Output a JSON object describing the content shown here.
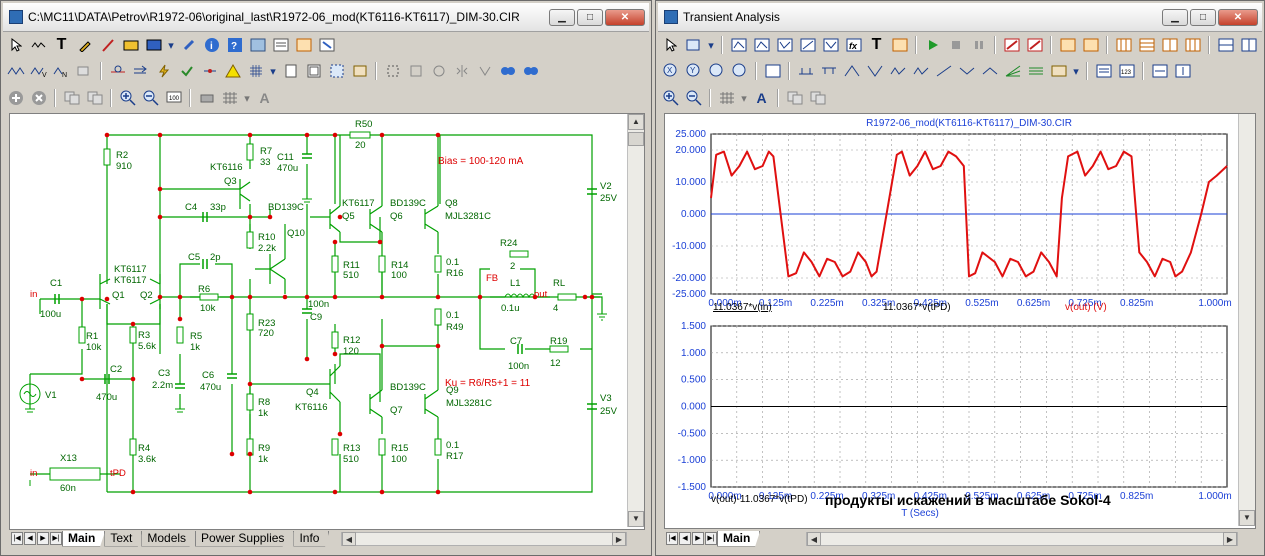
{
  "left_window": {
    "title": "C:\\MC11\\DATA\\Petrov\\R1972-06\\original_last\\R1972-06_mod(KT6116-KT6117)_DIM-30.CIR",
    "tabs": [
      {
        "label": "Main",
        "active": true
      },
      {
        "label": "Text",
        "active": false
      },
      {
        "label": "Models",
        "active": false
      },
      {
        "label": "Power Supplies",
        "active": false
      },
      {
        "label": "Info",
        "active": false
      }
    ],
    "toolbar_row1_icons": [
      "select-arrow",
      "wire",
      "text-tool",
      "pencil",
      "flag",
      "component-bin",
      "probe",
      "dropdown",
      "link",
      "info",
      "help",
      "save-image",
      "schematic-props",
      "grid-props",
      "properties"
    ],
    "toolbar_row2_icons": [
      "node-numbers",
      "node-voltages",
      "pin-names",
      "dropdown",
      "attribute-text",
      "pin-markers",
      "grid-text",
      "warning",
      "grid",
      "dropdown",
      "page",
      "page-box",
      "crosshair",
      "find",
      "..."
    ],
    "toolbar_row3_icons": [
      "add",
      "remove",
      "copy",
      "paste",
      "zoom-in",
      "zoom-out",
      "fit",
      "print",
      "grid",
      "text-a"
    ]
  },
  "schematic": {
    "wire_color": "#00aa00",
    "label_color": "#006600",
    "node_color": "#dd0000",
    "note_color": "#dd0000",
    "components": [
      {
        "ref": "R2",
        "value": "910"
      },
      {
        "ref": "R7",
        "value": "33"
      },
      {
        "ref": "C11",
        "value": "470u"
      },
      {
        "ref": "R50",
        "value": "20"
      },
      {
        "ref": "Q3",
        "value": "KT6116"
      },
      {
        "ref": "C4",
        "value": "33p"
      },
      {
        "ref": "Q5",
        "value": "KT6117"
      },
      {
        "ref": "Q6",
        "value": "BD139C"
      },
      {
        "ref": "Q8",
        "value": "MJL3281C"
      },
      {
        "ref": "V2",
        "value": "25V"
      },
      {
        "ref": "Q10",
        "value": "BD139C"
      },
      {
        "ref": "R10",
        "value": "2.2k"
      },
      {
        "ref": "R24",
        "value": "2"
      },
      {
        "ref": "C5",
        "value": "2p"
      },
      {
        "ref": "R11",
        "value": "510"
      },
      {
        "ref": "R14",
        "value": "100"
      },
      {
        "ref": "R16",
        "value": "0.1"
      },
      {
        "ref": "L1",
        "value": "0.1u"
      },
      {
        "ref": "RL",
        "value": "4"
      },
      {
        "ref": "C1",
        "value": "100u"
      },
      {
        "ref": "Q1",
        "value": "KT6117"
      },
      {
        "ref": "Q2",
        "value": "KT6117"
      },
      {
        "ref": "R6",
        "value": "10k"
      },
      {
        "ref": "C9",
        "value": "100n"
      },
      {
        "ref": "R23",
        "value": "720"
      },
      {
        "ref": "R49",
        "value": "0.1"
      },
      {
        "ref": "R1",
        "value": "10k"
      },
      {
        "ref": "R3",
        "value": "5.6k"
      },
      {
        "ref": "R5",
        "value": "1k"
      },
      {
        "ref": "R12",
        "value": "120"
      },
      {
        "ref": "C7",
        "value": "100n"
      },
      {
        "ref": "R19",
        "value": "12"
      },
      {
        "ref": "C2",
        "value": "470u"
      },
      {
        "ref": "C3",
        "value": "2.2m"
      },
      {
        "ref": "C6",
        "value": "470u"
      },
      {
        "ref": "R8",
        "value": "1k"
      },
      {
        "ref": "Q4",
        "value": "KT6116"
      },
      {
        "ref": "Q7",
        "value": "BD139C"
      },
      {
        "ref": "Q9",
        "value": "MJL3281C"
      },
      {
        "ref": "V3",
        "value": "25V"
      },
      {
        "ref": "V1",
        "value": ""
      },
      {
        "ref": "R4",
        "value": "3.6k"
      },
      {
        "ref": "R9",
        "value": "1k"
      },
      {
        "ref": "R13",
        "value": "510"
      },
      {
        "ref": "R15",
        "value": "100"
      },
      {
        "ref": "R17",
        "value": "0.1"
      },
      {
        "ref": "X13",
        "value": "60n"
      }
    ],
    "net_labels": {
      "in1": "in",
      "in2": "in",
      "fb": "FB",
      "out": "out",
      "tpd": "tPD"
    },
    "notes": {
      "bias": "Bias = 100-120 mA",
      "gain": "Ku = R6/R5+1 = 11"
    }
  },
  "right_window": {
    "title": "Transient Analysis",
    "tabs": [
      {
        "label": "Main",
        "active": true
      }
    ],
    "plot_title": "R1972-06_mod(KT6116-KT6117)_DIM-30.CIR",
    "caption": "продукты искажений в масштабе Sokol-4",
    "x_axis_label": "T (Secs)"
  },
  "chart_data": [
    {
      "type": "line",
      "title": "R1972-06_mod(KT6116-KT6117)_DIM-30.CIR",
      "x_ticks": [
        "0.000m",
        "0.125m",
        "0.225m",
        "0.325m",
        "0.425m",
        "0.525m",
        "0.625m",
        "0.725m",
        "0.825m",
        "1.000m"
      ],
      "x_tick_values": [
        0.0,
        0.125,
        0.225,
        0.325,
        0.425,
        0.525,
        0.625,
        0.725,
        0.825,
        1.0
      ],
      "xlim": [
        0,
        1.0
      ],
      "y_ticks": [
        "25.000",
        "20.000",
        "10.000",
        "0.000",
        "-10.000",
        "-20.000",
        "-25.000"
      ],
      "y_tick_values": [
        25,
        20,
        10,
        0,
        -10,
        -20,
        -25
      ],
      "ylim": [
        -25,
        25
      ],
      "grid": true,
      "series": [
        {
          "name": "11.0367*v(in)",
          "color": "#1a3fd6",
          "x": [
            0,
            0.01,
            0.025,
            0.04,
            0.055,
            0.07,
            0.085,
            0.1,
            0.112,
            0.121,
            0.15,
            0.165,
            0.18,
            0.195,
            0.21,
            0.225,
            0.24,
            0.255,
            0.27,
            0.285,
            0.3,
            0.311,
            0.321,
            0.36,
            0.37,
            0.385,
            0.4,
            0.415,
            0.43,
            0.445,
            0.46,
            0.475,
            0.49,
            0.5,
            0.512,
            0.526,
            0.55,
            0.565,
            0.58,
            0.595,
            0.61,
            0.625,
            0.64,
            0.655,
            0.67,
            0.68,
            0.692,
            0.71,
            0.725,
            0.74,
            0.755,
            0.77,
            0.785,
            0.8,
            0.815,
            0.83,
            0.845,
            0.86,
            0.875,
            0.89,
            0.9,
            0.913,
            0.93,
            0.95,
            0.965,
            0.98,
            1.0
          ],
          "y": [
            5,
            18.5,
            19.5,
            12,
            15,
            19.5,
            14,
            15,
            19.5,
            18,
            -19.5,
            -18.5,
            -12,
            -15,
            -19.5,
            -14,
            -15,
            -19.5,
            -18,
            -12,
            -15,
            -19.5,
            -18,
            18.5,
            19.5,
            12,
            15,
            19.5,
            14,
            15,
            19.5,
            18,
            15,
            -19.5,
            -18.5,
            -12,
            -15,
            -19.5,
            -14,
            -15,
            -19.5,
            -18,
            -12,
            -15,
            -19.5,
            5,
            18,
            19.5,
            12,
            15,
            19.5,
            14,
            15,
            19.5,
            18,
            -12,
            -15,
            -19.5,
            -14,
            -15,
            -19.5,
            -18,
            -12,
            0,
            10,
            12,
            15
          ]
        },
        {
          "name": "11.0367*v(tPD)",
          "color": "#1a8a1a",
          "x": [],
          "y": []
        },
        {
          "name": "v(out) (V)",
          "color": "#e01010",
          "x": [
            0,
            0.01,
            0.025,
            0.04,
            0.055,
            0.07,
            0.085,
            0.1,
            0.112,
            0.121,
            0.15,
            0.165,
            0.18,
            0.195,
            0.21,
            0.225,
            0.24,
            0.255,
            0.27,
            0.285,
            0.3,
            0.311,
            0.321,
            0.36,
            0.37,
            0.385,
            0.4,
            0.415,
            0.43,
            0.445,
            0.46,
            0.475,
            0.49,
            0.5,
            0.512,
            0.526,
            0.55,
            0.565,
            0.58,
            0.595,
            0.61,
            0.625,
            0.64,
            0.655,
            0.67,
            0.68,
            0.692,
            0.71,
            0.725,
            0.74,
            0.755,
            0.77,
            0.785,
            0.8,
            0.815,
            0.83,
            0.845,
            0.86,
            0.875,
            0.89,
            0.9,
            0.913,
            0.93,
            0.95,
            0.965,
            0.98,
            1.0
          ],
          "y": [
            5,
            18.5,
            19.5,
            12,
            15,
            19.5,
            14,
            15,
            19.5,
            18,
            -19.5,
            -18.5,
            -12,
            -15,
            -19.5,
            -14,
            -15,
            -19.5,
            -18,
            -12,
            -15,
            -19.5,
            -18,
            18.5,
            19.5,
            12,
            15,
            19.5,
            14,
            15,
            19.5,
            18,
            15,
            -19.5,
            -18.5,
            -12,
            -15,
            -19.5,
            -14,
            -15,
            -19.5,
            -18,
            -12,
            -15,
            -19.5,
            5,
            18,
            19.5,
            12,
            15,
            19.5,
            14,
            15,
            19.5,
            18,
            -12,
            -15,
            -19.5,
            -14,
            -15,
            -19.5,
            -18,
            -12,
            0,
            10,
            12,
            15
          ]
        }
      ]
    },
    {
      "type": "line",
      "x_ticks": [
        "0.000m",
        "0.125m",
        "0.225m",
        "0.325m",
        "0.425m",
        "0.525m",
        "0.625m",
        "0.725m",
        "0.825m",
        "1.000m"
      ],
      "x_tick_values": [
        0.0,
        0.125,
        0.225,
        0.325,
        0.425,
        0.525,
        0.625,
        0.725,
        0.825,
        1.0
      ],
      "xlim": [
        0,
        1.0
      ],
      "y_ticks": [
        "1.500",
        "1.000",
        "0.500",
        "0.000",
        "-0.500",
        "-1.000",
        "-1.500"
      ],
      "y_tick_values": [
        1.5,
        1.0,
        0.5,
        0.0,
        -0.5,
        -1.0,
        -1.5
      ],
      "ylim": [
        -1.5,
        1.5
      ],
      "xlabel": "T (Secs)",
      "grid": true,
      "series": [
        {
          "name": "v(out)-11.0367*v(tPD)",
          "color": "#000000",
          "x": [
            0,
            0.1,
            0.2,
            0.3,
            0.4,
            0.5,
            0.6,
            0.7,
            0.8,
            0.9,
            1.0
          ],
          "y": [
            0,
            0,
            0,
            0,
            0,
            0,
            0,
            0,
            0,
            0,
            0
          ]
        }
      ]
    }
  ]
}
